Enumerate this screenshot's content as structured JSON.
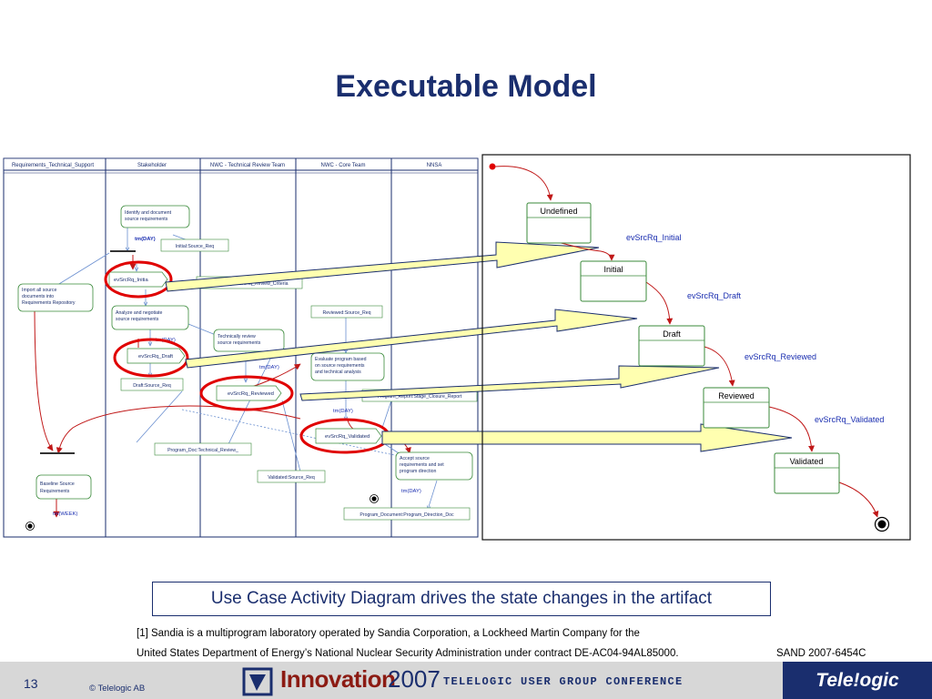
{
  "title": "Executable Model",
  "activity": {
    "lanes": [
      {
        "id": "rts",
        "label": "Requirements_Technical_Support"
      },
      {
        "id": "sh",
        "label": "Stakeholder"
      },
      {
        "id": "trt",
        "label": "NWC - Technical Review Team"
      },
      {
        "id": "ct",
        "label": "NWC - Core Team"
      },
      {
        "id": "nnsa",
        "label": "NNSA"
      }
    ],
    "actions": [
      {
        "id": "identify",
        "lines": [
          "Identify and document",
          "source requirements"
        ]
      },
      {
        "id": "import",
        "lines": [
          "Import all source",
          "documents into",
          "Requirements Repository"
        ]
      },
      {
        "id": "analyze",
        "lines": [
          "Analyze and negotiate",
          "source requirements"
        ]
      },
      {
        "id": "techreview",
        "lines": [
          "Technically review",
          "source requirements"
        ]
      },
      {
        "id": "evaluate",
        "lines": [
          "Evaluate program based",
          "on source requirements",
          "and technical analysis"
        ]
      },
      {
        "id": "accept",
        "lines": [
          "Accept source",
          "requirements and set",
          "program direction"
        ]
      },
      {
        "id": "baseline",
        "lines": [
          "Baseline Source",
          "Requirements"
        ]
      }
    ],
    "signals": [
      {
        "id": "sig1",
        "label": "evSrcRq_Initia"
      },
      {
        "id": "sig2",
        "label": "evSrcRq_Draft"
      },
      {
        "id": "sig3",
        "label": "evSrcRq_Reviewed"
      },
      {
        "id": "sig4",
        "label": "evSrcRq_Validated"
      }
    ],
    "objects": [
      {
        "id": "initialreq",
        "label": "Initial:Source_Req"
      },
      {
        "id": "criteria",
        "label": "Requirement:SrcRq_Review_Criteria"
      },
      {
        "id": "reviewedreq",
        "label": "Reviewed:Source_Req"
      },
      {
        "id": "draftreq",
        "label": "Draft:Source_Req"
      },
      {
        "id": "stagerpt",
        "label": "Program_Report:Stage_Closure_Report"
      },
      {
        "id": "techdoc",
        "label": "Program_Doc:Technical_Review_"
      },
      {
        "id": "validatedreq",
        "label": "Validated:Source_Req"
      },
      {
        "id": "directiondoc",
        "label": "Program_Document:Program_Direction_Doc"
      }
    ],
    "timers": {
      "t1": "tm(DAY)",
      "t2": "tm(DAY)",
      "t3": "tm(DAY)",
      "t4": "tm(DAY)",
      "t5": "tm(DAY)",
      "t6": "tm(WEEK)"
    }
  },
  "statechart": {
    "states": [
      {
        "id": "undefined",
        "label": "Undefined"
      },
      {
        "id": "initial",
        "label": "Initial"
      },
      {
        "id": "draft",
        "label": "Draft"
      },
      {
        "id": "reviewed",
        "label": "Reviewed"
      },
      {
        "id": "validated",
        "label": "Validated"
      }
    ],
    "transitions": [
      {
        "id": "tr1",
        "label": "evSrcRq_Initial"
      },
      {
        "id": "tr2",
        "label": "evSrcRq_Draft"
      },
      {
        "id": "tr3",
        "label": "evSrcRq_Reviewed"
      },
      {
        "id": "tr4",
        "label": "evSrcRq_Validated"
      }
    ]
  },
  "caption": "Use Case Activity Diagram drives the state changes in the artifact",
  "footnote": {
    "line1": "[1] Sandia is a multiprogram laboratory operated by Sandia Corporation, a Lockheed Martin Company for the",
    "line2": "United States Department of Energy’s National Nuclear Security Administration under contract DE-AC04-94AL85000.",
    "ref": "SAND 2007-6454C"
  },
  "footer": {
    "page_number": "13",
    "copyright": "© Telelogic AB",
    "conference_name": "Innovation",
    "conference_year": "2007",
    "conference_subtitle": "TELELOGIC USER GROUP CONFERENCE",
    "logo_text": "Tele!ogic"
  },
  "colors": {
    "title": "#1a2e6e",
    "highlight_red": "#e00000",
    "big_arrow_fill": "#ffffb0",
    "flow_blue": "#6a8fd0",
    "state_transition": "#c01818",
    "transition_label": "#1a2eb0",
    "action_border": "#3a8a3a"
  }
}
